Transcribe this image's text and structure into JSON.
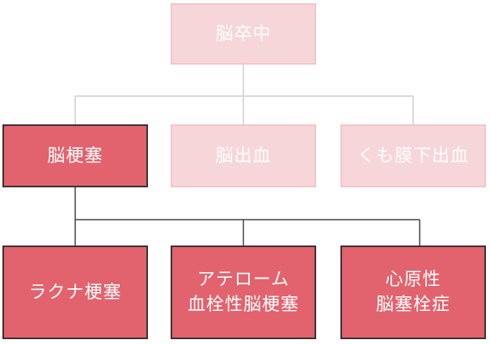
{
  "title_node": {
    "label": "脳卒中"
  },
  "level2": [
    {
      "label": "脳梗塞",
      "style": "dark"
    },
    {
      "label": "脳出血",
      "style": "light"
    },
    {
      "label": "くも膜下出血",
      "style": "light"
    }
  ],
  "level3": [
    {
      "lines": [
        "ラクナ梗塞"
      ]
    },
    {
      "lines": [
        "アテローム",
        "血栓性脳梗塞"
      ]
    },
    {
      "lines": [
        "心原性",
        "脳塞栓症"
      ]
    }
  ],
  "colors": {
    "light_fill": "#f7d6d9",
    "light_border": "#f2c6cb",
    "dark_fill": "#e2636d",
    "dark_border": "#3a3132",
    "connector_light": "#cfcfcf",
    "connector_dark": "#444444",
    "text": "#ffffff"
  }
}
